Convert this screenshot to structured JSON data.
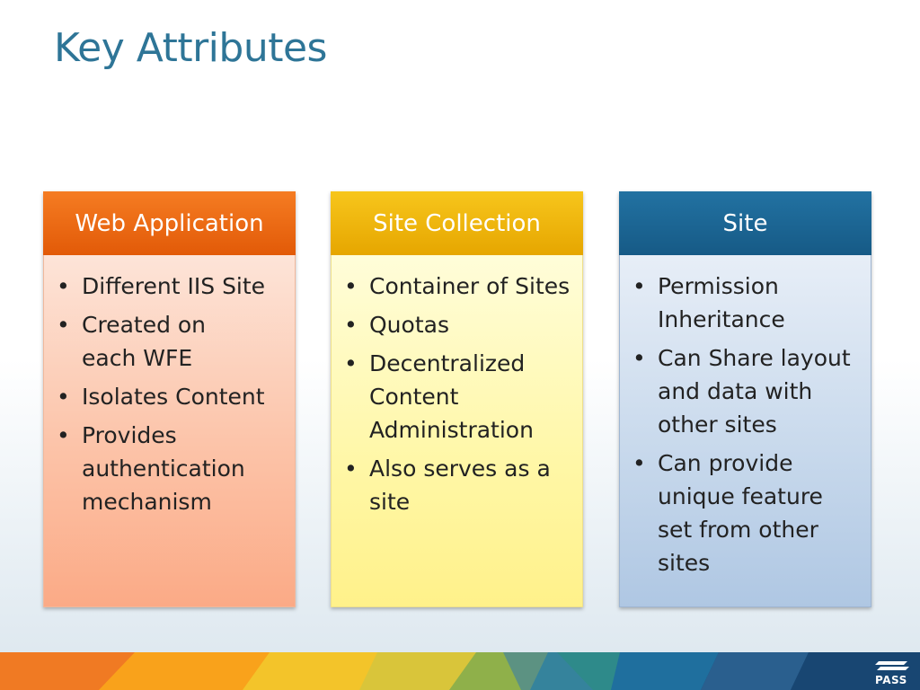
{
  "slide": {
    "title": "Key Attributes"
  },
  "columns": [
    {
      "header": "Web Application",
      "items": [
        "Different IIS Site",
        "Created on each WFE",
        "Isolates Content",
        "Provides authentication mechanism"
      ]
    },
    {
      "header": "Site Collection",
      "items": [
        "Container of Sites",
        "Quotas",
        "Decentralized Content Administration",
        "Also serves as a site"
      ]
    },
    {
      "header": "Site",
      "items": [
        "Permission Inheritance",
        "Can Share layout and data with other sites",
        "Can provide unique feature set from other sites"
      ]
    }
  ],
  "footer": {
    "logo_text": "PASS"
  },
  "colors": {
    "title": "#2e7597",
    "web_application_header": "#e8640f",
    "site_collection_header": "#f0b40a",
    "site_header": "#1b6596"
  },
  "bullet_symbol": "•"
}
